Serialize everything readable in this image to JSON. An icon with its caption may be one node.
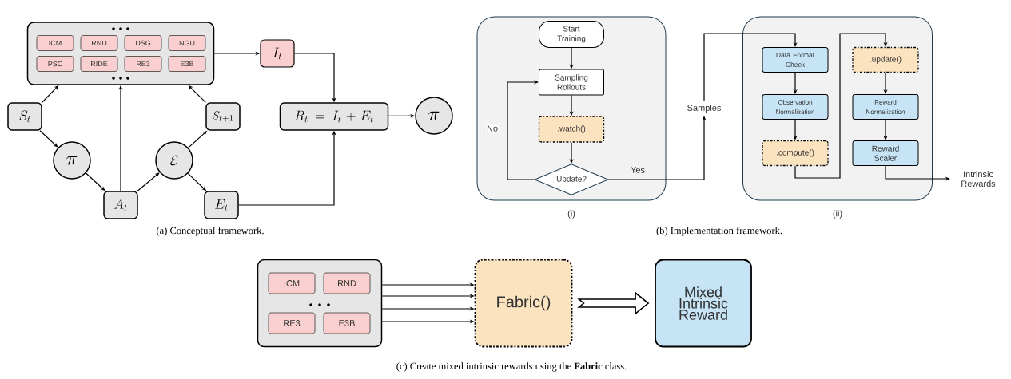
{
  "diagram": {
    "caption": "(c) Create mixed intrinsic rewards using the **Fabric** class.",
    "nodes": [
      {
        "text": [],
        "shape": "box"
      },
      {
        "text": [
          "ICM"
        ],
        "in": 0
      },
      {
        "text": [
          "RND"
        ],
        "in": 0
      },
      {
        "text": [
          "DSG"
        ],
        "in": 0
      },
      {
        "text": [
          "NGU"
        ],
        "in": 0
      },
      {
        "text": [
          "PSC"
        ],
        "in": 0
      },
      {
        "text": [
          "RIDE"
        ],
        "in": 0
      },
      {
        "text": [
          "RE3"
        ],
        "in": 0
      },
      {
        "text": [
          "E3B"
        ],
        "in": 0
      },
      {
        "text": [
          "I_t"
        ]
      },
      {
        "text": [
          "S_t"
        ]
      },
      {
        "text": [
          "\\pi"
        ]
      },
      {
        "text": [
          "A_t"
        ]
      },
      {
        "text": [
          "\\mathcal{E}"
        ]
      },
      {
        "text": [
          "S_{t+1}"
        ]
      },
      {
        "text": [
          "E_t"
        ]
      },
      {
        "text": [
          "R_t = I_t + E_t"
        ]
      },
      {
        "text": [
          "\\pi"
        ]
      },
      {
        "text": [],
        "shape": "box",
        "beside": [
          "(i)"
        ]
      },
      {
        "text": [
          "Start Training"
        ],
        "in": 18
      },
      {
        "text": [
          "Sampling Rollouts"
        ],
        "in": 18
      },
      {
        "text": [
          ".watch()"
        ],
        "in": 18
      },
      {
        "text": [
          "Update?"
        ],
        "in": 18
      },
      {
        "text": [],
        "shape": "box",
        "beside": [
          "(ii)"
        ]
      },
      {
        "text": [
          "Data Format Check"
        ],
        "in": 23
      },
      {
        "text": [
          "Observation Normalization"
        ],
        "in": 23
      },
      {
        "text": [
          ".compute()"
        ],
        "in": 23
      },
      {
        "text": [
          ".update()"
        ],
        "in": 23
      },
      {
        "text": [
          "Reward Normalization"
        ],
        "in": 23
      },
      {
        "text": [
          "Reward Scaler"
        ],
        "in": 23
      },
      {
        "text": [
          "Samples"
        ]
      },
      {
        "text": [
          "Intrinsic Rewards"
        ]
      },
      {
        "text": [],
        "shape": "box"
      },
      {
        "text": [
          "ICM"
        ],
        "in": 32
      },
      {
        "text": [
          "RND"
        ],
        "in": 32
      },
      {
        "text": [
          "RE3"
        ],
        "in": 32
      },
      {
        "text": [
          "E3B"
        ],
        "in": 32
      },
      {
        "text": [
          "Fabric()"
        ]
      },
      {
        "text": [
          "Mixed Intrinsic Reward"
        ]
      }
    ],
    "edges": [
      {
        "from": 0,
        "to": 9,
        "arrow": "to"
      },
      {
        "from": 9,
        "to": 16,
        "arrow": "to"
      },
      {
        "from": 10,
        "to": 0,
        "arrow": "to"
      },
      {
        "from": 10,
        "to": 11,
        "arrow": "to"
      },
      {
        "from": 11,
        "to": 12,
        "arrow": "to"
      },
      {
        "from": 12,
        "to": 0,
        "arrow": "to"
      },
      {
        "from": 12,
        "to": 13,
        "arrow": "to"
      },
      {
        "from": 13,
        "to": 14,
        "arrow": "to"
      },
      {
        "from": 13,
        "to": 15,
        "arrow": "to"
      },
      {
        "from": 14,
        "to": 0,
        "arrow": "to"
      },
      {
        "from": 15,
        "to": 16,
        "arrow": "to"
      },
      {
        "from": 16,
        "to": 17,
        "arrow": "to"
      },
      {
        "from": 19,
        "to": 20,
        "arrow": "to"
      },
      {
        "from": 20,
        "to": 21,
        "arrow": "to"
      },
      {
        "from": 21,
        "to": 22,
        "arrow": "to"
      },
      {
        "from": 22,
        "to": 20,
        "arrow": "to",
        "label": "No"
      },
      {
        "from": 22,
        "to": 30,
        "arrow": "to",
        "label": "Yes"
      },
      {
        "from": 30,
        "to": 24,
        "arrow": "to"
      },
      {
        "from": 24,
        "to": 25,
        "arrow": "to"
      },
      {
        "from": 25,
        "to": 26,
        "arrow": "to"
      },
      {
        "from": 26,
        "to": 27,
        "arrow": "to"
      },
      {
        "from": 27,
        "to": 28,
        "arrow": "to"
      },
      {
        "from": 28,
        "to": 29,
        "arrow": "to"
      },
      {
        "from": 29,
        "to": 31,
        "arrow": "to"
      },
      {
        "from": 32,
        "to": 37,
        "arrow": "to"
      },
      {
        "from": 32,
        "to": 37,
        "arrow": "to"
      },
      {
        "from": 32,
        "to": 37,
        "arrow": "to"
      },
      {
        "from": 32,
        "to": 37,
        "arrow": "to"
      },
      {
        "from": 37,
        "to": 38,
        "arrow": "to",
        "style": "thick"
      }
    ],
    "labels": [
      "(a) Conceptual framework.",
      "(b) Implementation framework."
    ]
  }
}
